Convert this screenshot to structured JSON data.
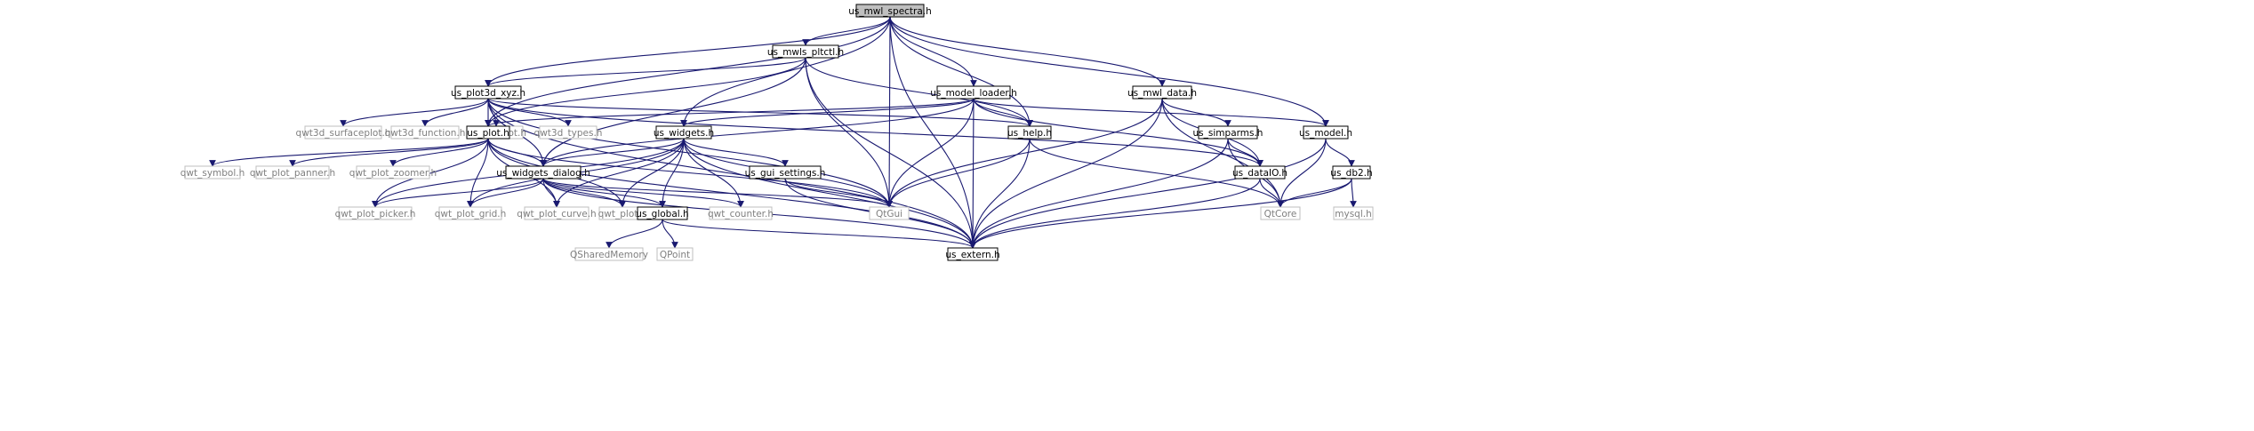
{
  "colors": {
    "edge": "#191970",
    "root_fill": "#bfbfbf",
    "node_fill": "#ffffff",
    "node_stroke": "#000000",
    "external_stroke": "#bfbfbf",
    "external_text": "#7f7f7f"
  },
  "nodes": [
    {
      "id": "mwl_spectra",
      "label": "us_mwl_spectra.h",
      "kind": "root"
    },
    {
      "id": "mwls_pltctl",
      "label": "us_mwls_pltctl.h",
      "kind": "local"
    },
    {
      "id": "plot3d_xyz",
      "label": "us_plot3d_xyz.h",
      "kind": "local"
    },
    {
      "id": "model_loader",
      "label": "us_model_loader.h",
      "kind": "local"
    },
    {
      "id": "mwl_data",
      "label": "us_mwl_data.h",
      "kind": "local"
    },
    {
      "id": "qwt3d_surfaceplot",
      "label": "qwt3d_surfaceplot.h",
      "kind": "external"
    },
    {
      "id": "qwt3d_function",
      "label": "qwt3d_function.h",
      "kind": "external"
    },
    {
      "id": "qwt3d_plot",
      "label": "qwt3d_plot.h",
      "kind": "external"
    },
    {
      "id": "qwt3d_types",
      "label": "qwt3d_types.h",
      "kind": "external"
    },
    {
      "id": "plot",
      "label": "us_plot.h",
      "kind": "local"
    },
    {
      "id": "widgets",
      "label": "us_widgets.h",
      "kind": "local"
    },
    {
      "id": "help",
      "label": "us_help.h",
      "kind": "local"
    },
    {
      "id": "simparms",
      "label": "us_simparms.h",
      "kind": "local"
    },
    {
      "id": "model",
      "label": "us_model.h",
      "kind": "local"
    },
    {
      "id": "qwt_symbol",
      "label": "qwt_symbol.h",
      "kind": "external"
    },
    {
      "id": "qwt_plot_panner",
      "label": "qwt_plot_panner.h",
      "kind": "external"
    },
    {
      "id": "qwt_plot_zoomer",
      "label": "qwt_plot_zoomer.h",
      "kind": "external"
    },
    {
      "id": "gui_settings",
      "label": "us_gui_settings.h",
      "kind": "local"
    },
    {
      "id": "widgets_dialog",
      "label": "us_widgets_dialog.h",
      "kind": "local"
    },
    {
      "id": "dataio",
      "label": "us_dataIO.h",
      "kind": "local"
    },
    {
      "id": "db2",
      "label": "us_db2.h",
      "kind": "local"
    },
    {
      "id": "qwt_plot_picker",
      "label": "qwt_plot_picker.h",
      "kind": "external"
    },
    {
      "id": "qwt_plot_grid",
      "label": "qwt_plot_grid.h",
      "kind": "external"
    },
    {
      "id": "qwt_plot_curve",
      "label": "qwt_plot_curve.h",
      "kind": "external"
    },
    {
      "id": "qwt_plot",
      "label": "qwt_plot.h",
      "kind": "external"
    },
    {
      "id": "global",
      "label": "us_global.h",
      "kind": "local"
    },
    {
      "id": "qwt_counter",
      "label": "qwt_counter.h",
      "kind": "external"
    },
    {
      "id": "qtgui",
      "label": "QtGui",
      "kind": "external"
    },
    {
      "id": "qtcore",
      "label": "QtCore",
      "kind": "external"
    },
    {
      "id": "mysql",
      "label": "mysql.h",
      "kind": "external"
    },
    {
      "id": "qsharedmemory",
      "label": "QSharedMemory",
      "kind": "external"
    },
    {
      "id": "qpoint",
      "label": "QPoint",
      "kind": "external"
    },
    {
      "id": "extern",
      "label": "us_extern.h",
      "kind": "local"
    }
  ],
  "edges": [
    [
      "mwl_spectra",
      "extern"
    ],
    [
      "mwl_spectra",
      "plot3d_xyz"
    ],
    [
      "mwl_spectra",
      "plot"
    ],
    [
      "mwl_spectra",
      "mwls_pltctl"
    ],
    [
      "mwl_spectra",
      "widgets"
    ],
    [
      "mwl_spectra",
      "model_loader"
    ],
    [
      "mwl_spectra",
      "qtgui"
    ],
    [
      "mwl_spectra",
      "help"
    ],
    [
      "mwl_spectra",
      "mwl_data"
    ],
    [
      "mwl_spectra",
      "model"
    ],
    [
      "mwls_pltctl",
      "plot3d_xyz"
    ],
    [
      "mwls_pltctl",
      "plot"
    ],
    [
      "mwls_pltctl",
      "widgets_dialog"
    ],
    [
      "mwls_pltctl",
      "qtgui"
    ],
    [
      "mwls_pltctl",
      "help"
    ],
    [
      "mwls_pltctl",
      "extern"
    ],
    [
      "plot3d_xyz",
      "qwt3d_surfaceplot"
    ],
    [
      "plot3d_xyz",
      "qwt3d_function"
    ],
    [
      "plot3d_xyz",
      "qwt3d_plot"
    ],
    [
      "plot3d_xyz",
      "qwt3d_types"
    ],
    [
      "plot3d_xyz",
      "plot"
    ],
    [
      "plot3d_xyz",
      "widgets_dialog"
    ],
    [
      "plot3d_xyz",
      "qtgui"
    ],
    [
      "plot3d_xyz",
      "help"
    ],
    [
      "plot3d_xyz",
      "dataio"
    ],
    [
      "plot3d_xyz",
      "extern"
    ],
    [
      "model_loader",
      "plot"
    ],
    [
      "model_loader",
      "widgets"
    ],
    [
      "model_loader",
      "widgets_dialog"
    ],
    [
      "model_loader",
      "help"
    ],
    [
      "model_loader",
      "dataio"
    ],
    [
      "model_loader",
      "model"
    ],
    [
      "model_loader",
      "qtgui"
    ],
    [
      "model_loader",
      "extern"
    ],
    [
      "mwl_data",
      "simparms"
    ],
    [
      "mwl_data",
      "dataio"
    ],
    [
      "mwl_data",
      "qtgui"
    ],
    [
      "mwl_data",
      "qtcore"
    ],
    [
      "mwl_data",
      "extern"
    ],
    [
      "plot",
      "qwt_symbol"
    ],
    [
      "plot",
      "qwt_plot_panner"
    ],
    [
      "plot",
      "qwt_plot_zoomer"
    ],
    [
      "plot",
      "widgets_dialog"
    ],
    [
      "plot",
      "qwt_plot_picker"
    ],
    [
      "plot",
      "qwt_plot_grid"
    ],
    [
      "plot",
      "qwt_plot_curve"
    ],
    [
      "plot",
      "qwt_plot"
    ],
    [
      "plot",
      "qtgui"
    ],
    [
      "plot",
      "extern"
    ],
    [
      "widgets",
      "gui_settings"
    ],
    [
      "widgets",
      "widgets_dialog"
    ],
    [
      "widgets",
      "qwt_plot_picker"
    ],
    [
      "widgets",
      "qwt_plot_grid"
    ],
    [
      "widgets",
      "qwt_plot_curve"
    ],
    [
      "widgets",
      "qwt_plot"
    ],
    [
      "widgets",
      "global"
    ],
    [
      "widgets",
      "qwt_counter"
    ],
    [
      "widgets",
      "qtgui"
    ],
    [
      "widgets",
      "extern"
    ],
    [
      "help",
      "qtgui"
    ],
    [
      "help",
      "qtcore"
    ],
    [
      "help",
      "extern"
    ],
    [
      "simparms",
      "dataio"
    ],
    [
      "simparms",
      "qtcore"
    ],
    [
      "simparms",
      "extern"
    ],
    [
      "model",
      "db2"
    ],
    [
      "model",
      "qtcore"
    ],
    [
      "model",
      "extern"
    ],
    [
      "gui_settings",
      "qtgui"
    ],
    [
      "gui_settings",
      "extern"
    ],
    [
      "widgets_dialog",
      "qwt_plot_picker"
    ],
    [
      "widgets_dialog",
      "qwt_plot_grid"
    ],
    [
      "widgets_dialog",
      "qwt_plot_curve"
    ],
    [
      "widgets_dialog",
      "qwt_plot"
    ],
    [
      "widgets_dialog",
      "global"
    ],
    [
      "widgets_dialog",
      "qwt_counter"
    ],
    [
      "widgets_dialog",
      "qtgui"
    ],
    [
      "widgets_dialog",
      "extern"
    ],
    [
      "dataio",
      "qtcore"
    ],
    [
      "dataio",
      "extern"
    ],
    [
      "db2",
      "mysql"
    ],
    [
      "db2",
      "qtcore"
    ],
    [
      "db2",
      "extern"
    ],
    [
      "global",
      "qsharedmemory"
    ],
    [
      "global",
      "qpoint"
    ],
    [
      "global",
      "extern"
    ]
  ]
}
